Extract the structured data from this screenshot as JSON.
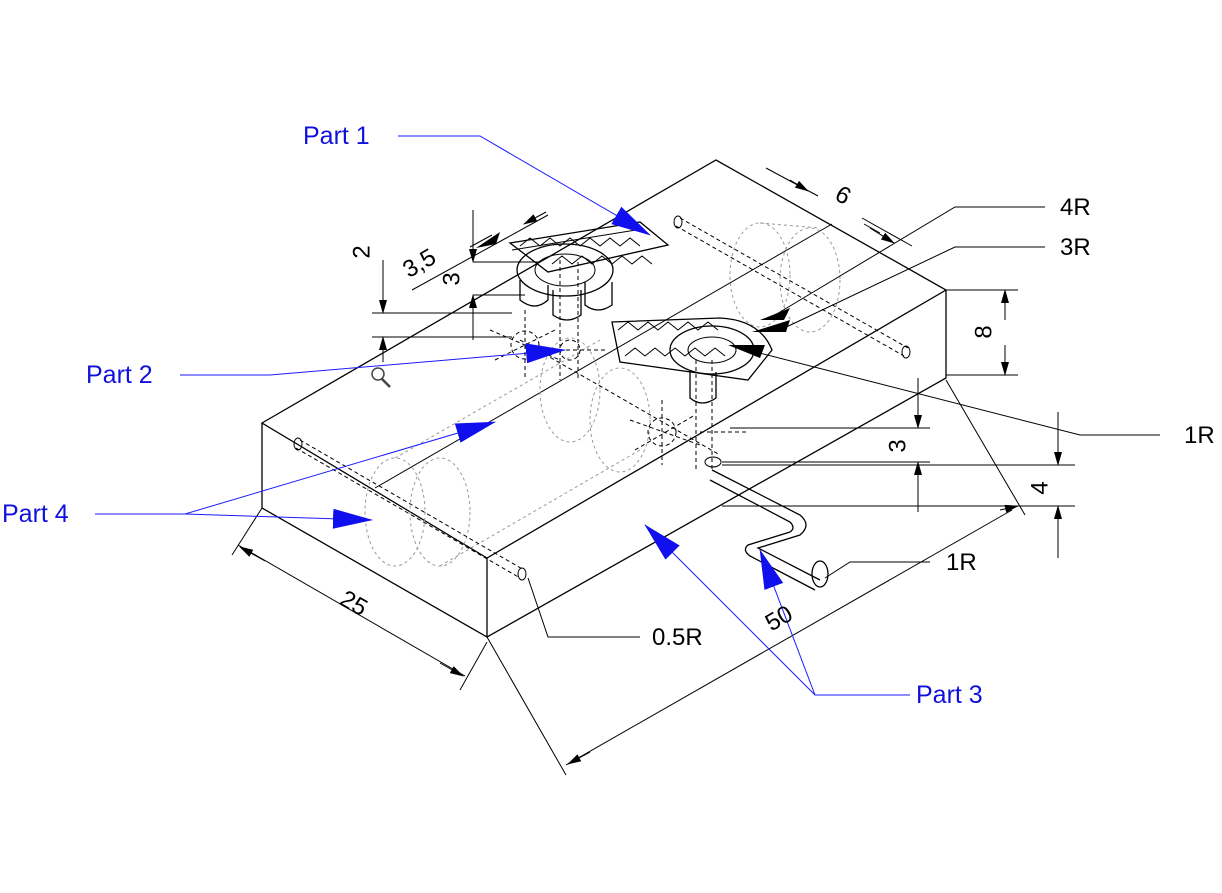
{
  "colors": {
    "line": "#000000",
    "callout": "#1010dd",
    "background": "#ffffff"
  },
  "icons": {
    "zoom": "magnifier-icon"
  },
  "parts": {
    "part1": "Part 1",
    "part2": "Part 2",
    "part3": "Part 3",
    "part4": "Part 4"
  },
  "dimensions": {
    "d_6": "6",
    "d_4R": "4R",
    "d_3R": "3R",
    "d_8": "8",
    "d_1R_right": "1R",
    "d_3_right": "3",
    "d_4": "4",
    "d_1R_pipe": "1R",
    "d_50": "50",
    "d_25": "25",
    "d_05R": "0.5R",
    "d_2": "2",
    "d_35": "3,5",
    "d_3_left": "3"
  }
}
